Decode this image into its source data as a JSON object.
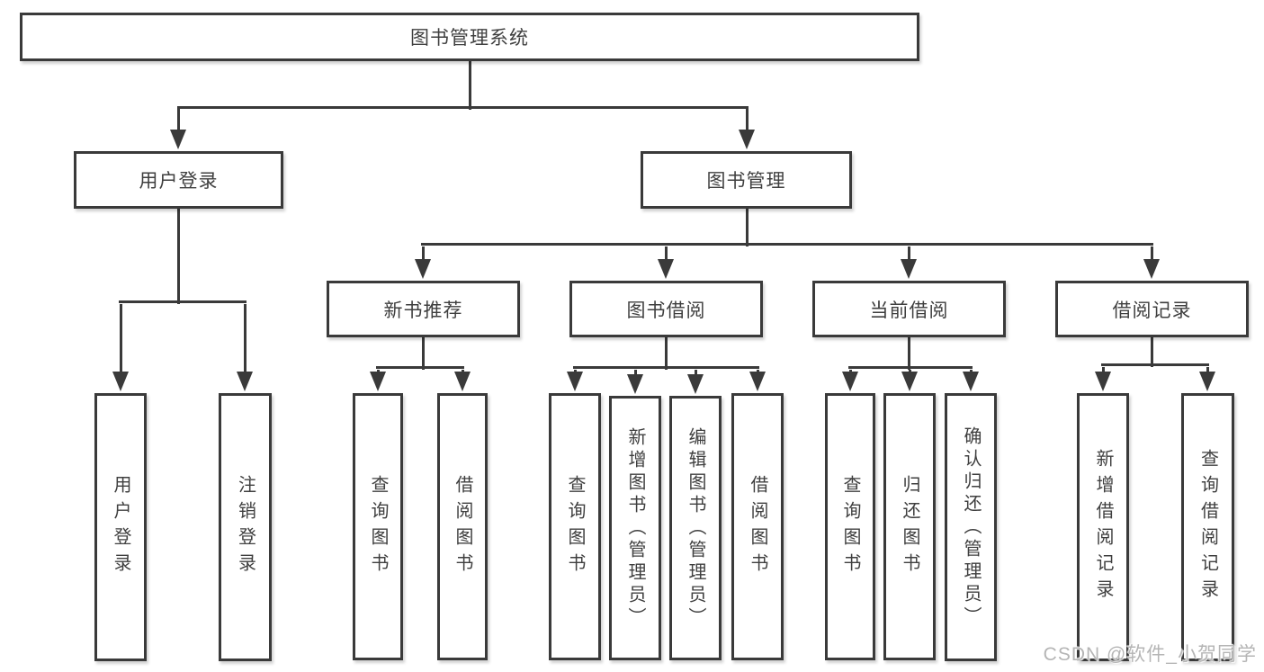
{
  "diagram": {
    "nodes": [
      {
        "id": "system-root",
        "label": "图书管理系统",
        "parent": null
      },
      {
        "id": "user-login",
        "label": "用户登录",
        "parent": "system-root"
      },
      {
        "id": "book-mgmt",
        "label": "图书管理",
        "parent": "system-root"
      },
      {
        "id": "login-op",
        "label": "用户登录",
        "parent": "user-login"
      },
      {
        "id": "logout-op",
        "label": "注销登录",
        "parent": "user-login"
      },
      {
        "id": "new-book-rec",
        "label": "新书推荐",
        "parent": "book-mgmt"
      },
      {
        "id": "book-borrow",
        "label": "图书借阅",
        "parent": "book-mgmt"
      },
      {
        "id": "current-borrow",
        "label": "当前借阅",
        "parent": "book-mgmt"
      },
      {
        "id": "borrow-records",
        "label": "借阅记录",
        "parent": "book-mgmt"
      },
      {
        "id": "nbr-query-book",
        "label": "查询图书",
        "parent": "new-book-rec"
      },
      {
        "id": "nbr-borrow-book",
        "label": "借阅图书",
        "parent": "new-book-rec"
      },
      {
        "id": "bb-query-book",
        "label": "查询图书",
        "parent": "book-borrow"
      },
      {
        "id": "bb-add-book",
        "label": "新增图书（管理员）",
        "parent": "book-borrow"
      },
      {
        "id": "bb-edit-book",
        "label": "编辑图书（管理员）",
        "parent": "book-borrow"
      },
      {
        "id": "bb-borrow-book",
        "label": "借阅图书",
        "parent": "book-borrow"
      },
      {
        "id": "cb-query-book",
        "label": "查询图书",
        "parent": "current-borrow"
      },
      {
        "id": "cb-return-book",
        "label": "归还图书",
        "parent": "current-borrow"
      },
      {
        "id": "cb-confirm-return",
        "label": "确认归还（管理员）",
        "parent": "current-borrow"
      },
      {
        "id": "br-add-record",
        "label": "新增借阅记录",
        "parent": "borrow-records"
      },
      {
        "id": "br-query-record",
        "label": "查询借阅记录",
        "parent": "borrow-records"
      }
    ]
  },
  "watermark": {
    "text": "CSDN @软件_小贺同学"
  },
  "colors": {
    "line": "#3a3a3a",
    "text": "#3f3f3f",
    "box_bg": "#ffffff",
    "watermark": "#b5b5b5"
  }
}
